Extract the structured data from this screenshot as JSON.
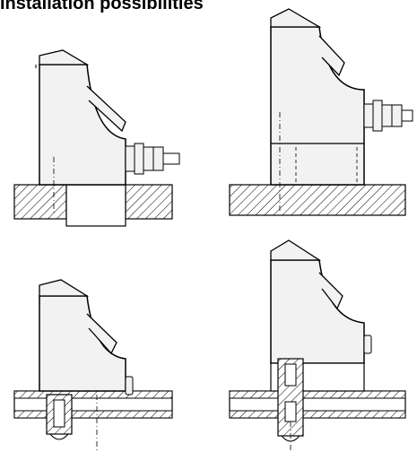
{
  "title": "Installation possibilities",
  "colors": {
    "line": "#000000",
    "body_fill": "#f2f2f2",
    "hatch": "#000000",
    "background": "#ffffff"
  },
  "views": [
    {
      "id": "top-left",
      "mounting": "flange in hatched plate, side gland fitting"
    },
    {
      "id": "top-right",
      "mounting": "on hatched plate, side gland fitting"
    },
    {
      "id": "bottom-left",
      "mounting": "bottom screw-in into plate"
    },
    {
      "id": "bottom-right",
      "mounting": "bottom screw-in with adapter into plate"
    }
  ]
}
